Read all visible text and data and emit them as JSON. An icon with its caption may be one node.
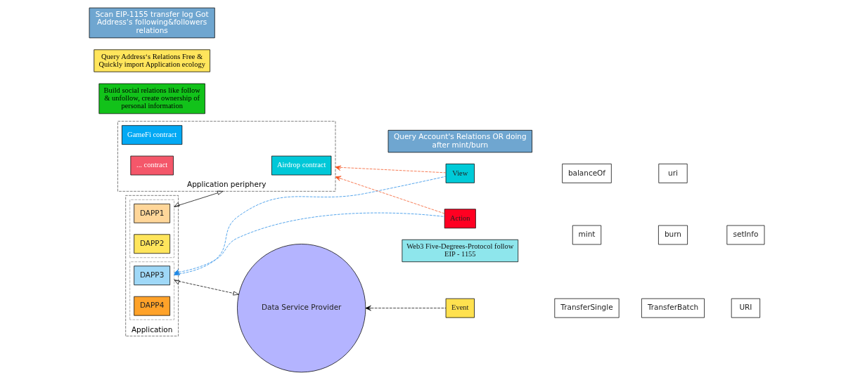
{
  "diagram": {
    "nodes": [
      {
        "text": [
          "Application"
        ]
      },
      {
        "text": [],
        "shape": "box",
        "in": 0
      },
      {
        "text": [
          "DAPP1"
        ],
        "in": 1
      },
      {
        "text": [
          "DAPP2"
        ],
        "in": 1
      },
      {
        "text": [],
        "shape": "box",
        "in": 0
      },
      {
        "text": [
          "DAPP3"
        ],
        "in": 4
      },
      {
        "text": [
          "DAPP4"
        ],
        "in": 4
      },
      {
        "text": [
          "Application periphery"
        ]
      },
      {
        "text": [
          "Airdrop contract"
        ],
        "in": 7
      },
      {
        "text": [
          "GameFi contract"
        ],
        "in": 7
      },
      {
        "text": [
          "... contract"
        ],
        "in": 7
      },
      {
        "text": [
          "Query Account's Relations OR doing after mint/burn"
        ]
      },
      {
        "text": [
          "Web3 Five-Degrees-Protocol follow EIP - 1155"
        ]
      },
      {
        "text": [
          "Action"
        ]
      },
      {
        "text": [
          "mint"
        ]
      },
      {
        "text": [
          "burn"
        ]
      },
      {
        "text": [
          "setInfo"
        ]
      },
      {
        "text": [
          "View"
        ]
      },
      {
        "text": [
          "balanceOf"
        ]
      },
      {
        "text": [
          "uri"
        ]
      },
      {
        "text": [
          "Event"
        ]
      },
      {
        "text": [
          "TransferSingle"
        ]
      },
      {
        "text": [
          "TransferBatch"
        ]
      },
      {
        "text": [
          "URI"
        ]
      },
      {
        "text": [
          "Build social relations like follow & unfollow, create ownership of personal information"
        ]
      },
      {
        "text": [
          "Query Address‘s Relations Free & Quickly import Application ecology"
        ]
      },
      {
        "text": [
          "Data Service Provider"
        ]
      },
      {
        "text": [
          "Scan EIP-1155 transfer log Got Address‘s following&followers relations"
        ]
      }
    ],
    "edges": [
      {
        "from": 1,
        "to": 7,
        "arrow": "both"
      },
      {
        "from": 13,
        "to": 7,
        "arrow": "to",
        "style": "dashed",
        "color": "#f4511e"
      },
      {
        "from": 17,
        "to": 7,
        "arrow": "to",
        "style": "dashed",
        "color": "#f4511e"
      },
      {
        "from": 13,
        "to": 4,
        "arrow": "to",
        "style": "dashed",
        "color": "#1e88e5"
      },
      {
        "from": 17,
        "to": 4,
        "arrow": "to",
        "style": "dashed",
        "color": "#1e88e5"
      },
      {
        "from": 26,
        "to": 4,
        "arrow": "both",
        "style": "dashed"
      },
      {
        "from": 20,
        "to": 26,
        "arrow": "to",
        "style": "dashed"
      }
    ]
  }
}
